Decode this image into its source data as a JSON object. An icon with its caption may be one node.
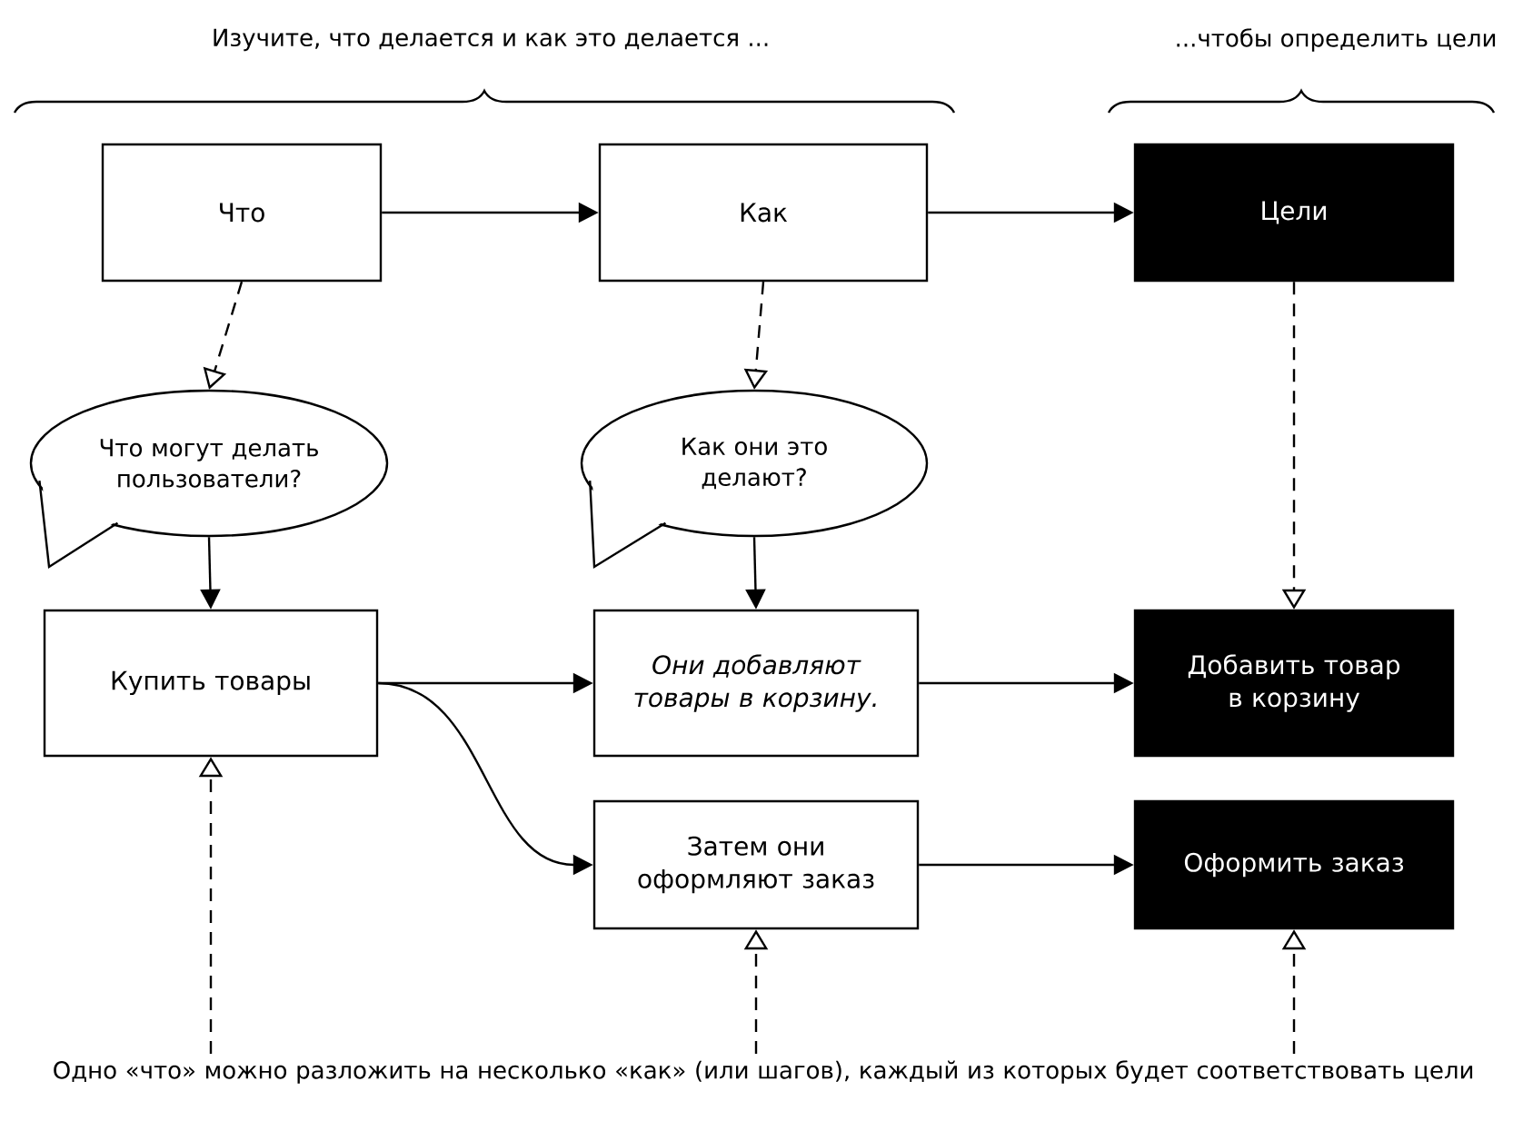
{
  "diagram": {
    "nodes": [
      {
        "text": [
          "Что"
        ]
      },
      {
        "text": [
          "Как"
        ]
      },
      {
        "text": [
          "Цели"
        ]
      },
      {
        "text": [
          "Что могут делать пользователи?"
        ]
      },
      {
        "text": [
          "Как они это делают?"
        ]
      },
      {
        "text": [
          "Купить товары"
        ]
      },
      {
        "text": [
          "Они добавляют товары в корзину."
        ]
      },
      {
        "text": [
          "Затем они оформляют заказ"
        ]
      },
      {
        "text": [
          "Добавить товар в корзину"
        ]
      },
      {
        "text": [
          "Оформить заказ"
        ]
      },
      {
        "text": [
          "Одно «что» можно разложить на несколько «как» (или шагов), каждый из которых будет соответствовать цели"
        ]
      }
    ],
    "edges": [
      {
        "from": 0,
        "to": 1,
        "arrow": "to"
      },
      {
        "from": 1,
        "to": 2,
        "arrow": "to"
      },
      {
        "from": 0,
        "to": 3,
        "arrow": "to",
        "style": "dashed"
      },
      {
        "from": 1,
        "to": 4,
        "arrow": "to",
        "style": "dashed"
      },
      {
        "from": 2,
        "to": 8,
        "arrow": "to",
        "style": "dashed"
      },
      {
        "from": 3,
        "to": 5,
        "arrow": "to"
      },
      {
        "from": 4,
        "to": 6,
        "arrow": "to"
      },
      {
        "from": 5,
        "to": 6,
        "arrow": "to"
      },
      {
        "from": 5,
        "to": 7,
        "arrow": "to"
      },
      {
        "from": 6,
        "to": 8,
        "arrow": "to"
      },
      {
        "from": 7,
        "to": 9,
        "arrow": "to"
      },
      {
        "from": 10,
        "to": 5,
        "arrow": "to",
        "style": "dashed"
      },
      {
        "from": 10,
        "to": 7,
        "arrow": "to",
        "style": "dashed"
      },
      {
        "from": 10,
        "to": 9,
        "arrow": "to",
        "style": "dashed"
      }
    ],
    "labels": [
      "Изучите, что делается и как это делается ...",
      "...чтобы определить цели"
    ]
  }
}
